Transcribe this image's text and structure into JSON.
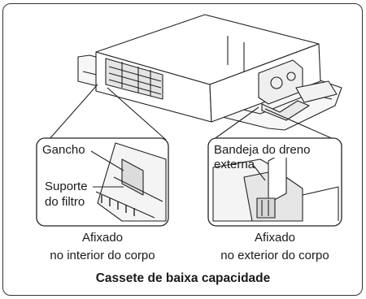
{
  "left_inset": {
    "label_hook": "Gancho",
    "label_filter_line1": "Suporte",
    "label_filter_line2": "do filtro",
    "caption_line1": "Afixado",
    "caption_line2": "no interior do corpo"
  },
  "right_inset": {
    "label_line1": "Bandeja do dreno",
    "label_line2": "externa",
    "caption_line1": "Afixado",
    "caption_line2": "no exterior do corpo"
  },
  "title": "Cassete de baixa capacidade",
  "colors": {
    "line": "#222222",
    "border": "#333333"
  }
}
